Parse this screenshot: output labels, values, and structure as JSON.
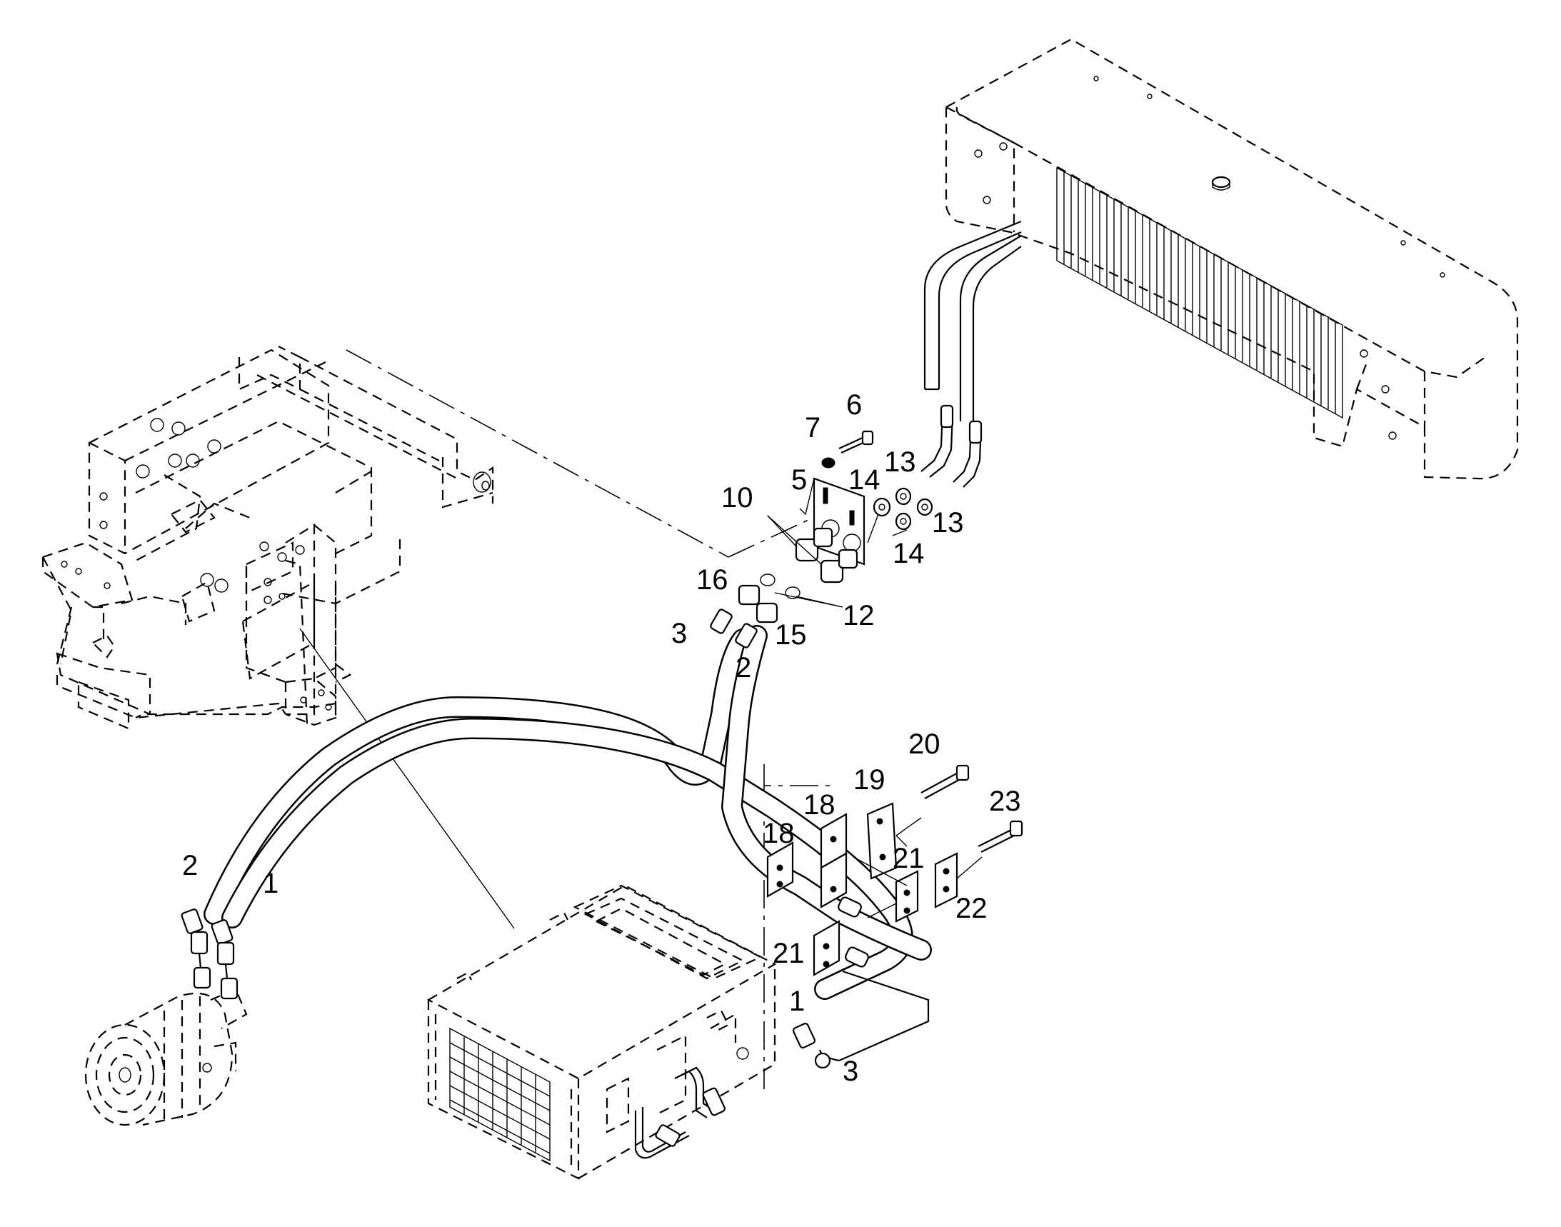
{
  "diagram": {
    "callouts": [
      {
        "id": "c6",
        "text": "6"
      },
      {
        "id": "c7",
        "text": "7"
      },
      {
        "id": "c5",
        "text": "5"
      },
      {
        "id": "c14a",
        "text": "14"
      },
      {
        "id": "c13a",
        "text": "13"
      },
      {
        "id": "c13b",
        "text": "13"
      },
      {
        "id": "c14b",
        "text": "14"
      },
      {
        "id": "c10",
        "text": "10"
      },
      {
        "id": "c16",
        "text": "16"
      },
      {
        "id": "c12",
        "text": "12"
      },
      {
        "id": "c3a",
        "text": "3"
      },
      {
        "id": "c15",
        "text": "15"
      },
      {
        "id": "c2a",
        "text": "2"
      },
      {
        "id": "c20",
        "text": "20"
      },
      {
        "id": "c19",
        "text": "19"
      },
      {
        "id": "c18a",
        "text": "18"
      },
      {
        "id": "c23",
        "text": "23"
      },
      {
        "id": "c18b",
        "text": "18"
      },
      {
        "id": "c21a",
        "text": "21"
      },
      {
        "id": "c22",
        "text": "22"
      },
      {
        "id": "c2b",
        "text": "2"
      },
      {
        "id": "c1a",
        "text": "1"
      },
      {
        "id": "c21b",
        "text": "21"
      },
      {
        "id": "c1b",
        "text": "1"
      },
      {
        "id": "c3b",
        "text": "3"
      }
    ]
  }
}
